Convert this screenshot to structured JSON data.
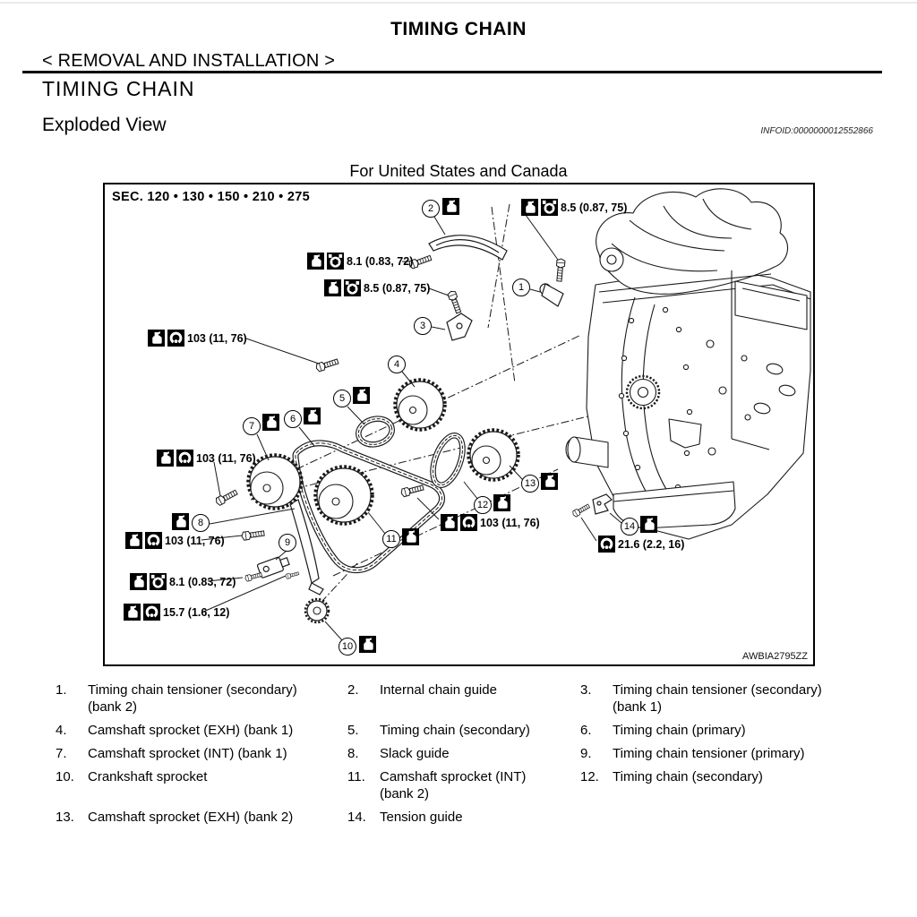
{
  "header": {
    "page_title": "TIMING CHAIN",
    "breadcrumb": "< REMOVAL AND INSTALLATION >",
    "section_title": "TIMING CHAIN",
    "subsection_title": "Exploded View",
    "infoid": "INFOID:0000000012552866"
  },
  "diagram": {
    "region_title": "For United States and Canada",
    "sec_label": "SEC. 120 • 130 • 150 • 210 • 275",
    "figure_code": "AWBIA2795ZZ",
    "icon_legend": {
      "oil": "oil-can-icon",
      "socket": "torque-socket-icon",
      "wrench": "open-end-wrench-icon"
    },
    "torques": [
      {
        "text": "8.5 (0.87, 75)",
        "icons": [
          "oil-can",
          "torque-socket"
        ]
      },
      {
        "text": "8.1 (0.83, 72)",
        "icons": [
          "oil-can",
          "torque-socket"
        ]
      },
      {
        "text": "8.5 (0.87, 75)",
        "icons": [
          "oil-can",
          "torque-socket"
        ]
      },
      {
        "text": "103 (11, 76)",
        "icons": [
          "oil-can",
          "open-end-wrench"
        ]
      },
      {
        "text": "103 (11, 76)",
        "icons": [
          "oil-can",
          "open-end-wrench"
        ]
      },
      {
        "text": "103 (11, 76)",
        "icons": [
          "oil-can",
          "open-end-wrench"
        ]
      },
      {
        "text": "8.1 (0.83, 72)",
        "icons": [
          "oil-can",
          "torque-socket"
        ]
      },
      {
        "text": "15.7 (1.6, 12)",
        "icons": [
          "oil-can",
          "open-end-wrench"
        ]
      },
      {
        "text": "103 (11, 76)",
        "icons": [
          "oil-can",
          "open-end-wrench"
        ]
      },
      {
        "text": "21.6 (2.2, 16)",
        "icons": [
          "open-end-wrench"
        ]
      }
    ],
    "callouts": [
      {
        "num": "1"
      },
      {
        "num": "2"
      },
      {
        "num": "3"
      },
      {
        "num": "4"
      },
      {
        "num": "5"
      },
      {
        "num": "6"
      },
      {
        "num": "7"
      },
      {
        "num": "8"
      },
      {
        "num": "9"
      },
      {
        "num": "10"
      },
      {
        "num": "11"
      },
      {
        "num": "12"
      },
      {
        "num": "13"
      },
      {
        "num": "14"
      }
    ]
  },
  "legend": {
    "items": [
      {
        "num": "1.",
        "text": "Timing chain tensioner (secondary) (bank 2)"
      },
      {
        "num": "2.",
        "text": "Internal chain guide"
      },
      {
        "num": "3.",
        "text": "Timing chain tensioner (secondary) (bank 1)"
      },
      {
        "num": "4.",
        "text": "Camshaft sprocket (EXH) (bank 1)"
      },
      {
        "num": "5.",
        "text": "Timing chain (secondary)"
      },
      {
        "num": "6.",
        "text": "Timing chain (primary)"
      },
      {
        "num": "7.",
        "text": "Camshaft sprocket (INT) (bank 1)"
      },
      {
        "num": "8.",
        "text": "Slack guide"
      },
      {
        "num": "9.",
        "text": "Timing chain tensioner (primary)"
      },
      {
        "num": "10.",
        "text": "Crankshaft sprocket"
      },
      {
        "num": "11.",
        "text": "Camshaft sprocket (INT) (bank 2)"
      },
      {
        "num": "12.",
        "text": "Timing chain (secondary)"
      },
      {
        "num": "13.",
        "text": "Camshaft sprocket (EXH) (bank 2)"
      },
      {
        "num": "14.",
        "text": "Tension guide"
      }
    ]
  }
}
